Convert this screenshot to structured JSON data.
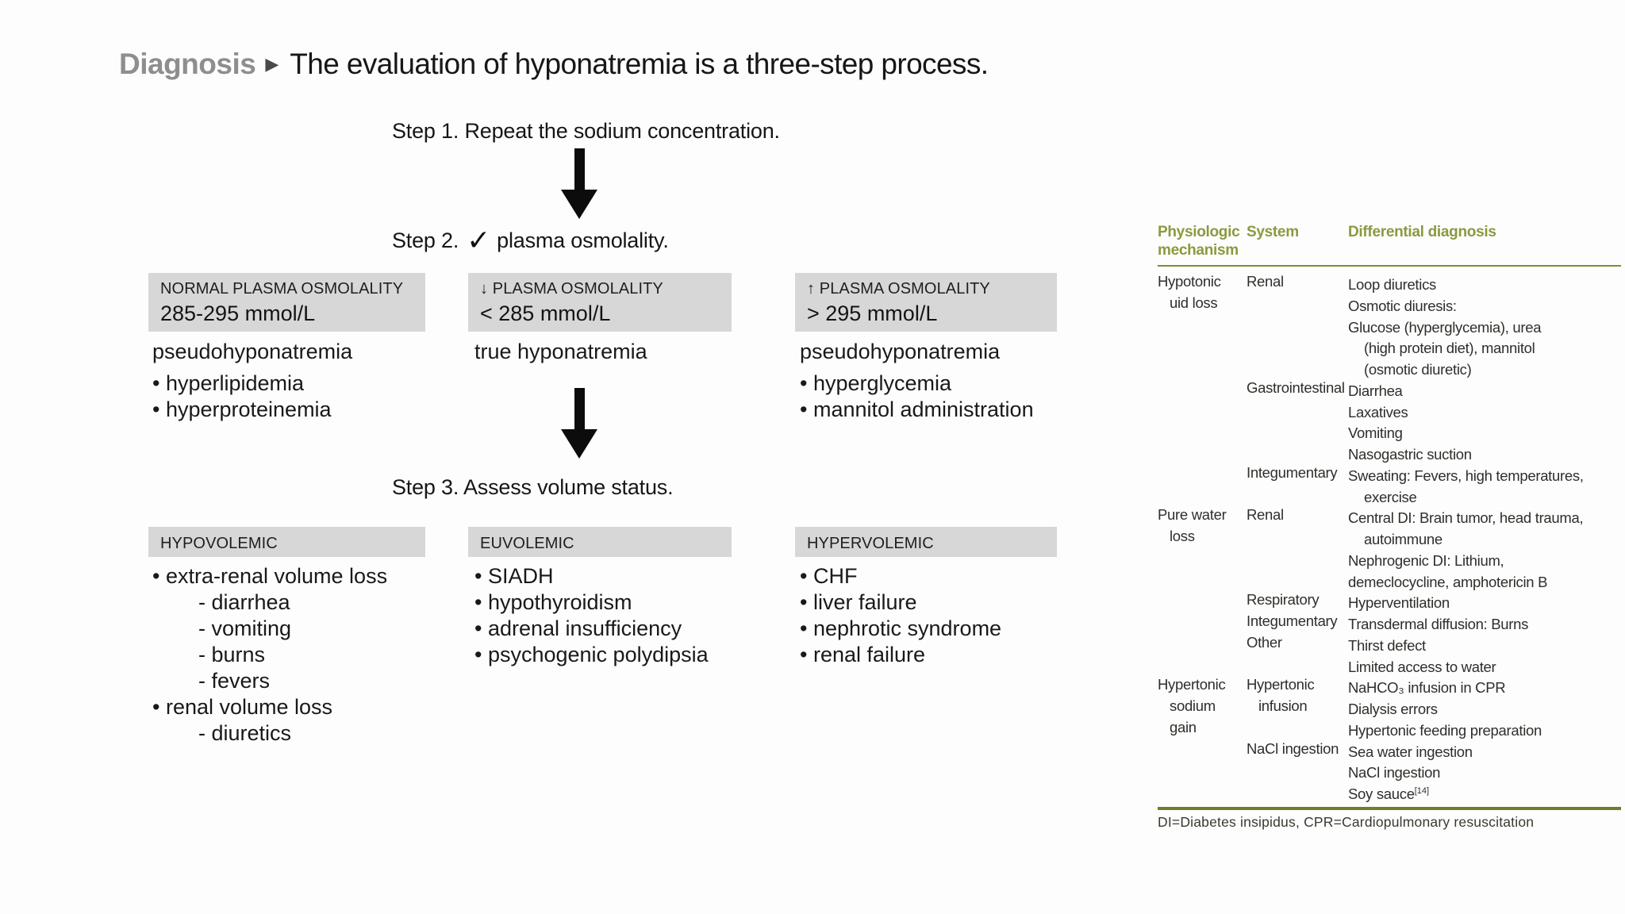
{
  "title": {
    "label": "Diagnosis",
    "separator": "▶",
    "text": "The evaluation of hyponatremia is a three-step process."
  },
  "flowchart": {
    "step1": "Step 1. Repeat the sodium concentration.",
    "step2_prefix": "Step 2.",
    "step2_check": "✓",
    "step2_suffix": "plasma osmolality.",
    "step3": "Step 3. Assess volume status.",
    "osmolality_boxes": {
      "normal": {
        "line1": "NORMAL PLASMA OSMOLALITY",
        "line2": "285-295 mmol/L"
      },
      "low": {
        "line1": "↓ PLASMA OSMOLALITY",
        "line2": "< 285 mmol/L"
      },
      "high": {
        "line1": "↑ PLASMA OSMOLALITY",
        "line2": "> 295 mmol/L"
      }
    },
    "osmolality_results": {
      "normal": {
        "heading": "pseudohyponatremia",
        "items": [
          {
            "text": "• hyperlipidemia"
          },
          {
            "text": "• hyperproteinemia"
          }
        ]
      },
      "low": {
        "heading": "true hyponatremia",
        "items": []
      },
      "high": {
        "heading": "pseudohyponatremia",
        "items": [
          {
            "text": "• hyperglycemia"
          },
          {
            "text": "• mannitol administration"
          }
        ]
      }
    },
    "volume_boxes": {
      "hypovolemic": "HYPOVOLEMIC",
      "euvolemic": "EUVOLEMIC",
      "hypervolemic": "HYPERVOLEMIC"
    },
    "volume_lists": {
      "hypovolemic": [
        {
          "text": "• extra-renal volume loss"
        },
        {
          "text": "- diarrhea",
          "indent": true
        },
        {
          "text": "- vomiting",
          "indent": true
        },
        {
          "text": "- burns",
          "indent": true
        },
        {
          "text": "- fevers",
          "indent": true
        },
        {
          "text": "• renal volume loss"
        },
        {
          "text": "- diuretics",
          "indent": true
        }
      ],
      "euvolemic": [
        {
          "text": "• SIADH"
        },
        {
          "text": "• hypothyroidism"
        },
        {
          "text": "• adrenal insufficiency"
        },
        {
          "text": "• psychogenic polydipsia"
        }
      ],
      "hypervolemic": [
        {
          "text": "• CHF"
        },
        {
          "text": "• liver failure"
        },
        {
          "text": "• nephrotic syndrome"
        },
        {
          "text": "• renal failure"
        }
      ]
    }
  },
  "table": {
    "headers": {
      "mechanism": "Physiologic mechanism",
      "system": "System",
      "diagnosis": "Differential diagnosis"
    },
    "rows": [
      {
        "mech": "Hypotonic",
        "sys": "Renal",
        "dx": "Loop diuretics"
      },
      {
        "mech": "uid loss",
        "mech_indent": true,
        "dx": "Osmotic diuresis:"
      },
      {
        "dx": "Glucose (hyperglycemia), urea"
      },
      {
        "dx": "(high protein diet), mannitol",
        "dx_indent": true
      },
      {
        "dx": "(osmotic diuretic)",
        "dx_indent": true
      },
      {
        "sys": "Gastrointestinal",
        "dx": "Diarrhea"
      },
      {
        "dx": "Laxatives"
      },
      {
        "dx": "Vomiting"
      },
      {
        "dx": "Nasogastric suction"
      },
      {
        "sys": "Integumentary",
        "dx": "Sweating: Fevers, high temperatures,"
      },
      {
        "dx": "exercise",
        "dx_indent": true
      },
      {
        "mech": "Pure water",
        "sys": "Renal",
        "dx": "Central DI: Brain tumor, head trauma,"
      },
      {
        "mech": "loss",
        "mech_indent": true,
        "dx": "autoimmune",
        "dx_indent": true
      },
      {
        "dx": "Nephrogenic DI: Lithium,"
      },
      {
        "dx": "demeclocycline, amphotericin B"
      },
      {
        "sys": "Respiratory",
        "dx": "Hyperventilation"
      },
      {
        "sys": "Integumentary",
        "dx": "Transdermal diffusion: Burns"
      },
      {
        "sys": "Other",
        "dx": "Thirst defect"
      },
      {
        "dx": "Limited access to water"
      },
      {
        "mech": "Hypertonic",
        "sys": "Hypertonic",
        "dx": "NaHCO₃ infusion in CPR"
      },
      {
        "mech": "sodium",
        "mech_indent": true,
        "sys": "infusion",
        "sys_indent": true,
        "dx": "Dialysis errors"
      },
      {
        "mech": "gain",
        "mech_indent": true,
        "dx": "Hypertonic feeding preparation"
      },
      {
        "sys": "NaCl ingestion",
        "dx": "Sea water ingestion"
      },
      {
        "dx": "NaCl ingestion"
      },
      {
        "dx": "Soy sauce",
        "ref": "[14]"
      }
    ],
    "footnote": "DI=Diabetes insipidus, CPR=Cardiopulmonary resuscitation"
  },
  "colors": {
    "box_gray": "#d7d7d7",
    "table_green": "#8a9a3f",
    "rule_green": "#7c8d33",
    "arrow_black": "#0c0c0c",
    "title_gray": "#8e8e8e"
  }
}
